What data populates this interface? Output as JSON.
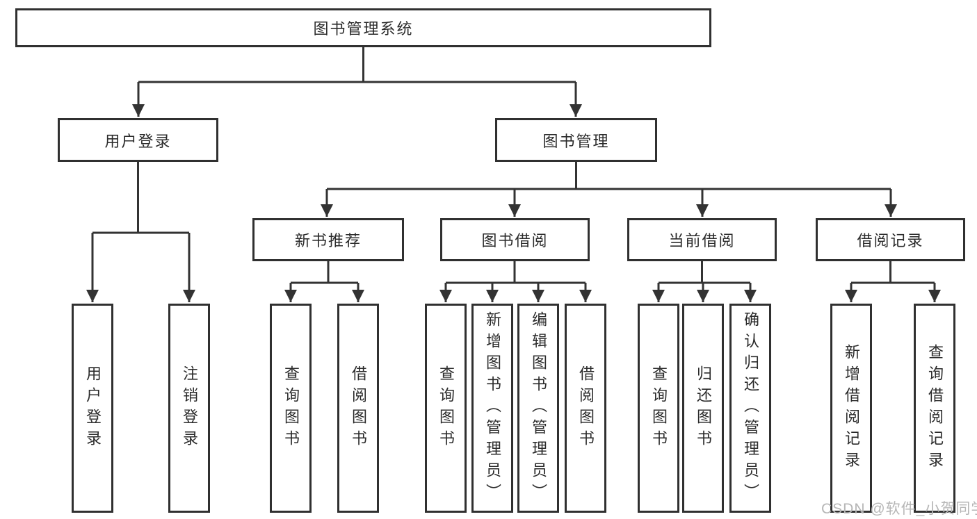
{
  "diagram": {
    "title": "图书管理系统",
    "level2": {
      "user_login": {
        "label": "用户登录"
      },
      "book_management": {
        "label": "图书管理"
      }
    },
    "user_login_children": [
      {
        "label": "用户登录"
      },
      {
        "label": "注销登录"
      }
    ],
    "branches": [
      {
        "label": "新书推荐",
        "children": [
          {
            "label": "查询图书"
          },
          {
            "label": "借阅图书"
          }
        ]
      },
      {
        "label": "图书借阅",
        "children": [
          {
            "label": "查询图书"
          },
          {
            "label": "新增图书（管理员）"
          },
          {
            "label": "编辑图书（管理员）"
          },
          {
            "label": "借阅图书"
          }
        ]
      },
      {
        "label": "当前借阅",
        "children": [
          {
            "label": "查询图书"
          },
          {
            "label": "归还图书"
          },
          {
            "label": "确认归还（管理员）"
          }
        ]
      },
      {
        "label": "借阅记录",
        "children": [
          {
            "label": "新增借阅记录"
          },
          {
            "label": "查询借阅记录"
          }
        ]
      }
    ],
    "colors": {
      "line": "#333333",
      "border": "#303030",
      "text": "#2b2b2b",
      "watermark": "#b6b6b6"
    },
    "watermark": "CSDN @软件_小贺同学"
  }
}
